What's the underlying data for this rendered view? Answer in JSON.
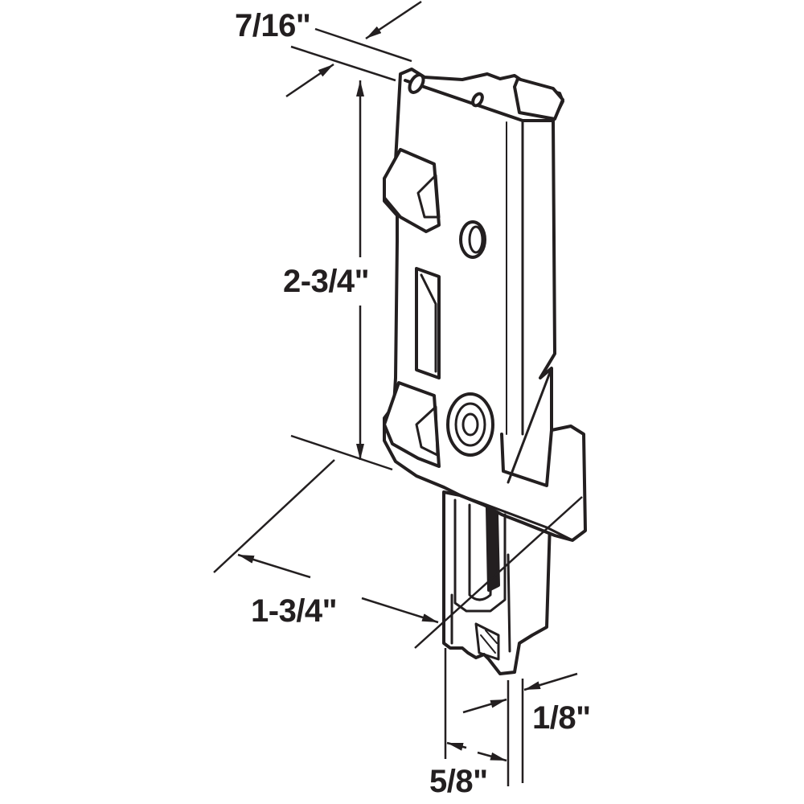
{
  "dimensions": {
    "depth": "7/16\"",
    "height": "2-3/4\"",
    "length": "1-3/4\"",
    "tab_thickness": "1/8\"",
    "tab_width": "5/8\""
  },
  "colors": {
    "ink": "#231f20",
    "background": "#ffffff"
  }
}
